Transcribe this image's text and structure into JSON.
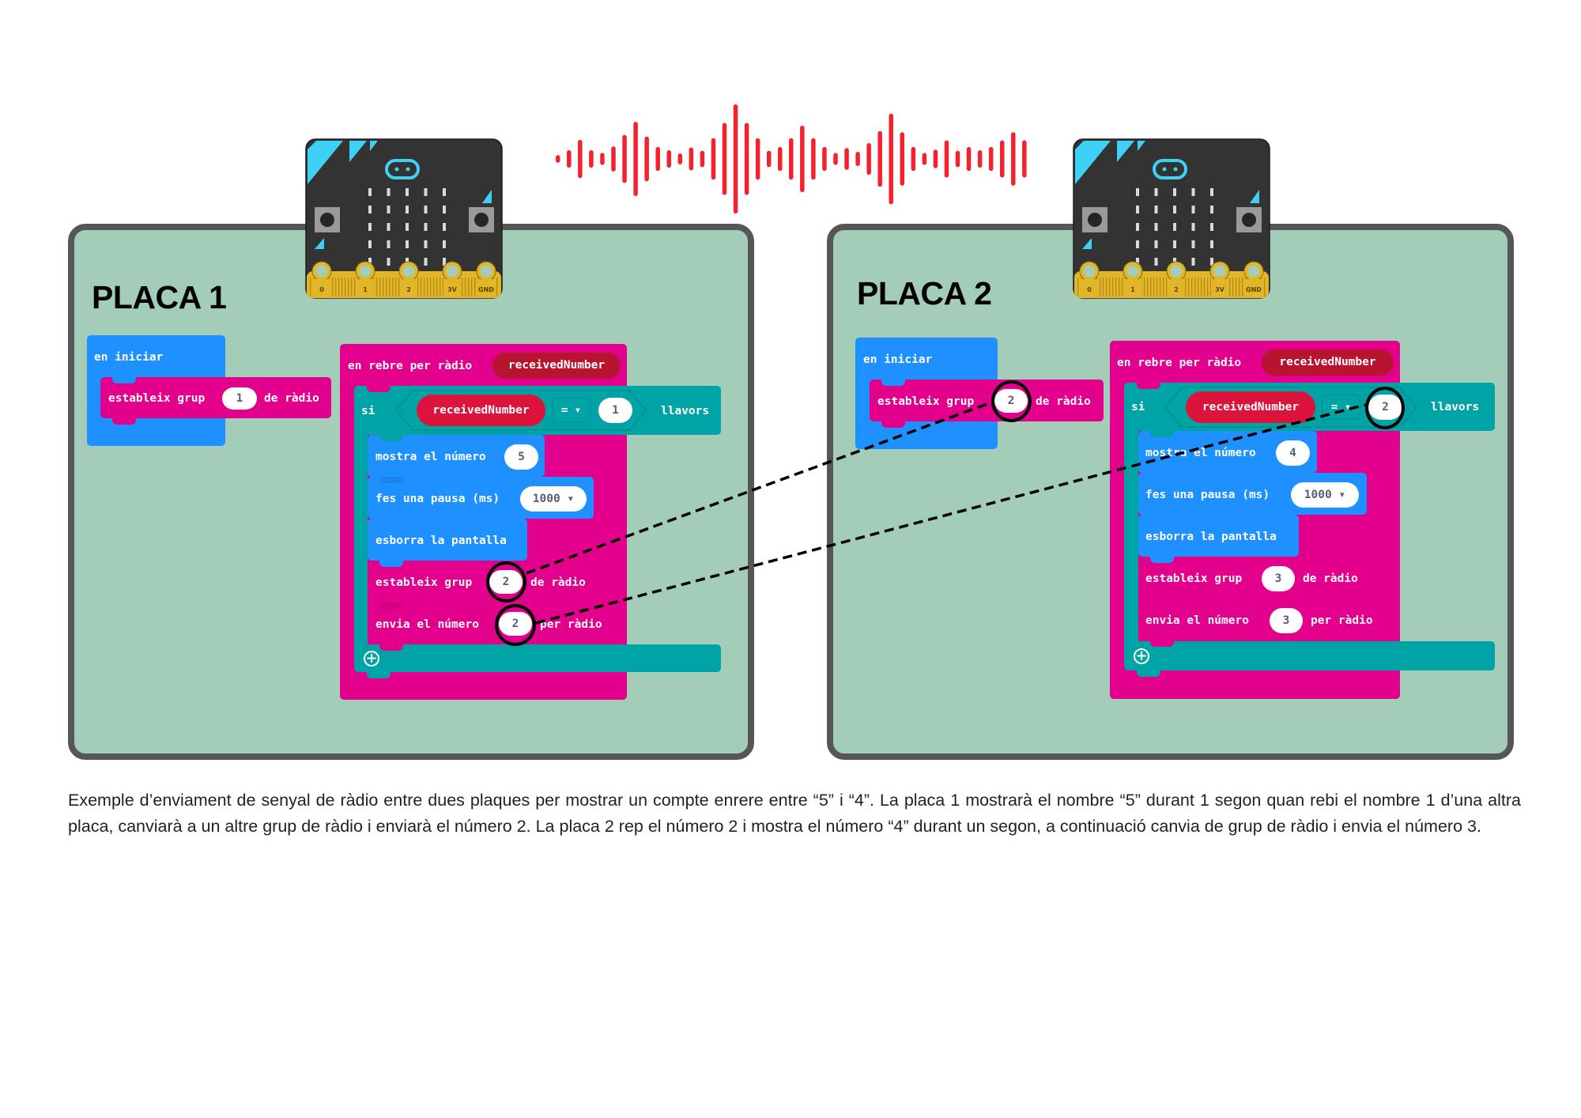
{
  "boards": [
    {
      "title": "PLACA 1",
      "on_start": {
        "header": "en iniciar",
        "set_group": {
          "prefix": "estableix grup",
          "value": "1",
          "suffix": "de ràdio"
        }
      },
      "on_received": {
        "header": "en rebre per ràdio",
        "variable": "receivedNumber",
        "if_block": {
          "keyword": "si",
          "variable": "receivedNumber",
          "operator": "= ▾",
          "value": "1",
          "then": "llavors"
        },
        "statements": {
          "show_number": {
            "label": "mostra el número",
            "value": "5"
          },
          "pause": {
            "label": "fes una pausa (ms)",
            "value": "1000 ▾"
          },
          "clear_screen": {
            "label": "esborra la pantalla"
          },
          "set_group": {
            "prefix": "estableix grup",
            "value": "2",
            "suffix": "de ràdio"
          },
          "send_number": {
            "prefix": "envia el número",
            "value": "2",
            "suffix": "per ràdio"
          }
        },
        "add_icon": "plus-circle-icon"
      }
    },
    {
      "title": "PLACA 2",
      "on_start": {
        "header": "en iniciar",
        "set_group": {
          "prefix": "estableix grup",
          "value": "2",
          "suffix": "de ràdio"
        }
      },
      "on_received": {
        "header": "en rebre per ràdio",
        "variable": "receivedNumber",
        "if_block": {
          "keyword": "si",
          "variable": "receivedNumber",
          "operator": "= ▾",
          "value": "2",
          "then": "llavors"
        },
        "statements": {
          "show_number": {
            "label": "mostra el número",
            "value": "4"
          },
          "pause": {
            "label": "fes una pausa (ms)",
            "value": "1000 ▾"
          },
          "clear_screen": {
            "label": "esborra la pantalla"
          },
          "set_group": {
            "prefix": "estableix grup",
            "value": "3",
            "suffix": "de ràdio"
          },
          "send_number": {
            "prefix": "envia el número",
            "value": "3",
            "suffix": "per ràdio"
          }
        },
        "add_icon": "plus-circle-icon"
      }
    }
  ],
  "microbit": {
    "pins": [
      "0",
      "1",
      "2",
      "3V",
      "GND"
    ],
    "colors": {
      "body": "#333333",
      "accent": "#3fd1f5",
      "edge": "#e2b629",
      "button": "#9a9a9a"
    }
  },
  "sound_wave": {
    "color": "#f5222d",
    "amplitudes": [
      0.07,
      0.16,
      0.35,
      0.16,
      0.11,
      0.23,
      0.44,
      0.68,
      0.41,
      0.22,
      0.16,
      0.1,
      0.21,
      0.15,
      0.38,
      0.66,
      1.0,
      0.66,
      0.38,
      0.15,
      0.22,
      0.38,
      0.61,
      0.38,
      0.22,
      0.11,
      0.2,
      0.13,
      0.29,
      0.51,
      0.83,
      0.49,
      0.22,
      0.11,
      0.17,
      0.34,
      0.15,
      0.22,
      0.16,
      0.22,
      0.34,
      0.49,
      0.34
    ]
  },
  "connections": [
    {
      "from": "PLACA 1 · estableix grup 2",
      "to": "PLACA 2 · en iniciar · estableix grup 2"
    },
    {
      "from": "PLACA 1 · envia el número 2",
      "to": "PLACA 2 · si receivedNumber = 2"
    }
  ],
  "caption": "Exemple d’enviament de senyal de ràdio entre dues plaques per mostrar un compte enrere entre “5” i “4”. La placa 1 mostrarà el nombre “5” durant 1 segon quan rebi el nombre 1 d’una altra placa, canviarà a un altre grup de ràdio i enviarà el número 2. La placa 2 rep el número 2 i mostra el número “4” durant un segon, a continuació canvia de grup de ràdio i envia el número 3.",
  "colors": {
    "panel_bg": "#a3cdb9",
    "panel_border": "#565656",
    "radio_block": "#e3008c",
    "logic_block": "#00a4a6",
    "basic_block": "#1e90ff",
    "variable_pill": "#dc143c"
  }
}
